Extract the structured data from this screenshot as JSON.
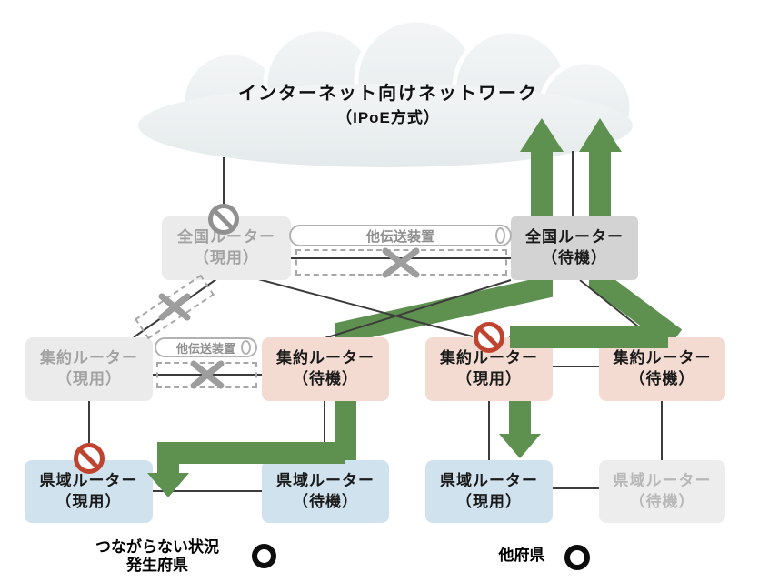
{
  "cloud": {
    "title": "インターネット向けネットワーク",
    "subtitle": "（IPoE方式）"
  },
  "equipment_label": "他伝送装置",
  "nodes": {
    "zenkoku_active": {
      "name": "全国ルーター",
      "state": "（現用）"
    },
    "zenkoku_standby": {
      "name": "全国ルーター",
      "state": "（待機）"
    },
    "shuyaku_active_left": {
      "name": "集約ルーター",
      "state": "（現用）"
    },
    "shuyaku_standby_left": {
      "name": "集約ルーター",
      "state": "（待機）"
    },
    "shuyaku_active_right": {
      "name": "集約ルーター",
      "state": "（現用）"
    },
    "shuyaku_standby_right": {
      "name": "集約ルーター",
      "state": "（待機）"
    },
    "keniki_active_left": {
      "name": "県域ルーター",
      "state": "（現用）"
    },
    "keniki_standby_left": {
      "name": "県域ルーター",
      "state": "（待機）"
    },
    "keniki_active_right": {
      "name": "県域ルーター",
      "state": "（現用）"
    },
    "keniki_standby_right": {
      "name": "県域ルーター",
      "state": "（待機）"
    }
  },
  "labels": {
    "left_area_line1": "つながらない状況",
    "left_area_line2": "発生府県",
    "right_area": "他府県"
  },
  "colors": {
    "green_arrow": "#5e9150",
    "pink_box": "#f3dbd1",
    "blue_box": "#cfe2ee",
    "gray_box_light": "#ebebeb",
    "gray_box_dark": "#d3d3d3",
    "disabled_box": "#ededed",
    "ban_red": "#c0432f",
    "ban_gray": "#909090",
    "line": "#3c3c3c"
  }
}
